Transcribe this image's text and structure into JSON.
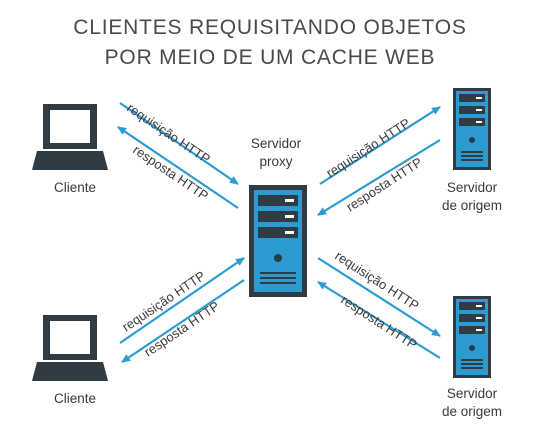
{
  "title": {
    "line1": "CLIENTES REQUISITANDO OBJETOS",
    "line2": "POR MEIO DE UM CACHE WEB"
  },
  "proxy": {
    "line1": "Servidor",
    "line2": "proxy"
  },
  "clients": [
    {
      "label": "Cliente"
    },
    {
      "label": "Cliente"
    }
  ],
  "origins": [
    {
      "line1": "Servidor",
      "line2": "de origem"
    },
    {
      "line1": "Servidor",
      "line2": "de origem"
    }
  ],
  "links": [
    {
      "request": "requisição HTTP",
      "response": "resposta HTTP"
    },
    {
      "request": "requisição HTTP",
      "response": "resposta HTTP"
    },
    {
      "request": "requisição HTTP",
      "response": "resposta HTTP"
    },
    {
      "request": "requisição HTTP",
      "response": "resposta HTTP"
    }
  ],
  "colors": {
    "accent": "#2b9bd1",
    "dark": "#2f3b45",
    "text": "#3a3a3a"
  }
}
